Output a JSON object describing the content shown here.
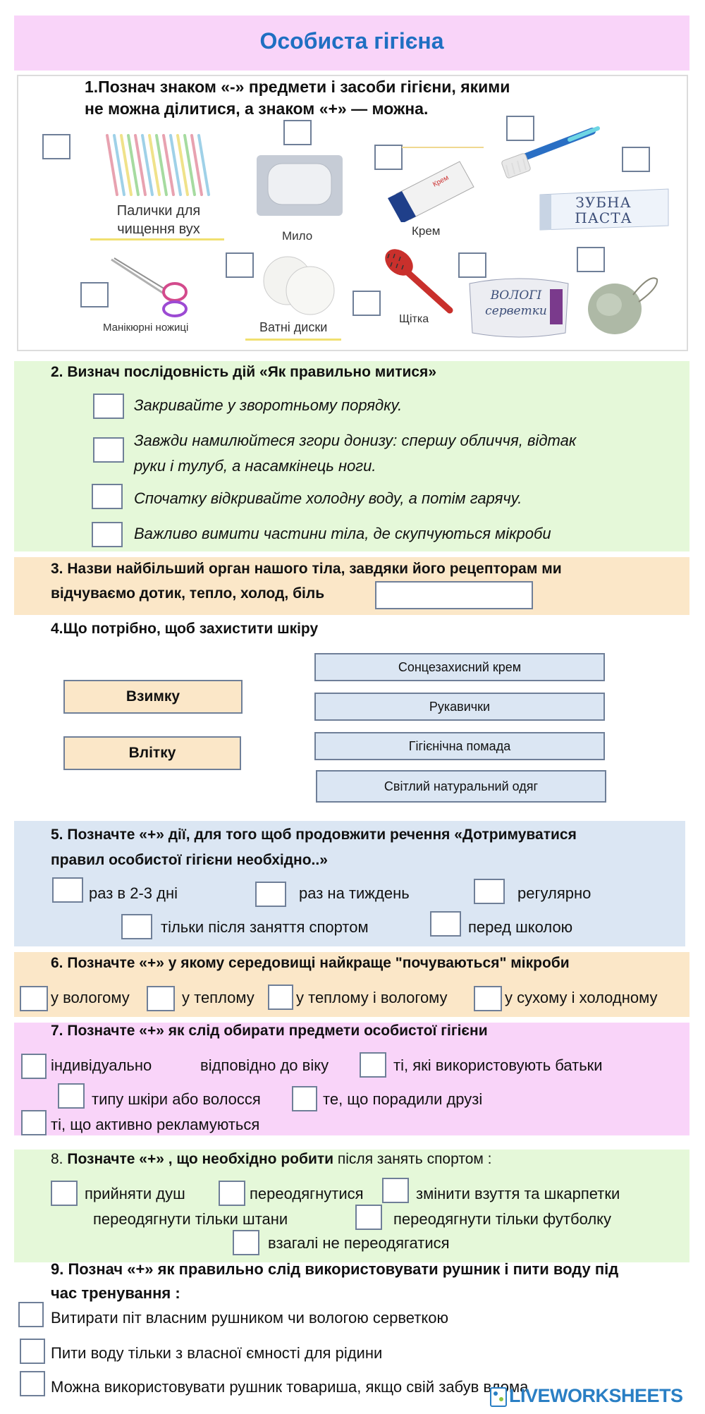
{
  "title": "Особиста гігієна",
  "q1": {
    "prompt_line1": "1.Познач  знаком «-» предмети і засоби гігієни, якими",
    "prompt_line2": "не можна ділитися, а знаком «+» — можна.",
    "items": {
      "swabs": "Палички для чищення вух",
      "soap": "Мило",
      "cream": "Крем",
      "toothpaste": "ЗУБНА ПАСТА",
      "scissors": "Манікюрні ножиці",
      "pads": "Ватні диски",
      "brush": "Щітка",
      "wipes": "ВОЛОГІ серветки"
    }
  },
  "q2": {
    "prompt": "2. Визнач послідовність дій «Як правильно митися»",
    "options": [
      "Закривайте у зворотньому порядку.",
      "Завжди намилюйтеся згори   донизу: спершу обличчя, відтак",
      "руки і тулуб, а насамкінець ноги.",
      "Спочатку відкривайте холодну воду, а потім гарячу.",
      "Важливо вимити частини тіла,  де скупчуються мікроби"
    ]
  },
  "q3": {
    "line1": "3. Назви найбільший орган нашого тіла, завдяки його рецепторам ми",
    "line2": "відчуваємо дотик, тепло, холод, біль"
  },
  "q4": {
    "prompt": "4.Що потрібно, щоб захистити  шкіру",
    "seasons": [
      "Взимку",
      "Влітку"
    ],
    "items": [
      "Сонцезахисний крем",
      "Рукавички",
      "Гігієнічна помада",
      "Світлий натуральний одяг"
    ]
  },
  "q5": {
    "line1": "5. Позначте «+» дії, для того щоб продовжити речення  «Дотримуватися",
    "line2": "правил особистої гігієни необхідно..»",
    "options": [
      "раз в 2-3 дні",
      "раз на тиждень",
      "регулярно",
      "тільки після заняття спортом",
      "перед школою"
    ]
  },
  "q6": {
    "prompt": "6. Позначте «+» у якому середовищі найкраще \"почуваються\" мікроби",
    "options": [
      "у вологому",
      "у теплому",
      "у теплому і вологому",
      "у сухому і холодному"
    ]
  },
  "q7": {
    "prompt": "7. Позначте «+» як слід обирати предмети особистої гігієни",
    "options": [
      "індивідуально",
      "відповідно до віку",
      "ті, які використовують батьки",
      "типу шкіри або волосся",
      "те, що порадили друзі",
      "ті, що активно рекламуються"
    ]
  },
  "q8": {
    "prompt_a": "8. ",
    "prompt_b": "Позначте «+» , що необхідно  робити",
    "prompt_c": " після занять спортом :",
    "options": [
      "прийняти душ",
      "переодягнутися",
      "змінити взуття та шкарпетки",
      "переодягнути тільки штани",
      "переодягнути тільки футболку",
      "взагалі не переодягатися"
    ]
  },
  "q9": {
    "line1": "9. Познач «+» як правильно слід використовувати рушник і пити воду під",
    "line2": "час тренування :",
    "options": [
      "Витирати піт власним рушником чи вологою серветкою",
      "Пити воду тільки з власної ємності для рідини",
      "Можна використовувати рушник товариша, якщо свій забув вдома"
    ]
  },
  "watermark": "LIVEWORKSHEETS",
  "colors": {
    "title_bg": "#f9d4f9",
    "title_text": "#1f6fc2",
    "green_bg": "#e5f8d9",
    "peach_bg": "#fbe7c8",
    "blue_bg": "#dbe6f3",
    "pink_bg": "#f9d4f9",
    "box_border": "#6f7f98",
    "season_bg": "#fbe7c8",
    "item_bg": "#dbe6f3"
  }
}
